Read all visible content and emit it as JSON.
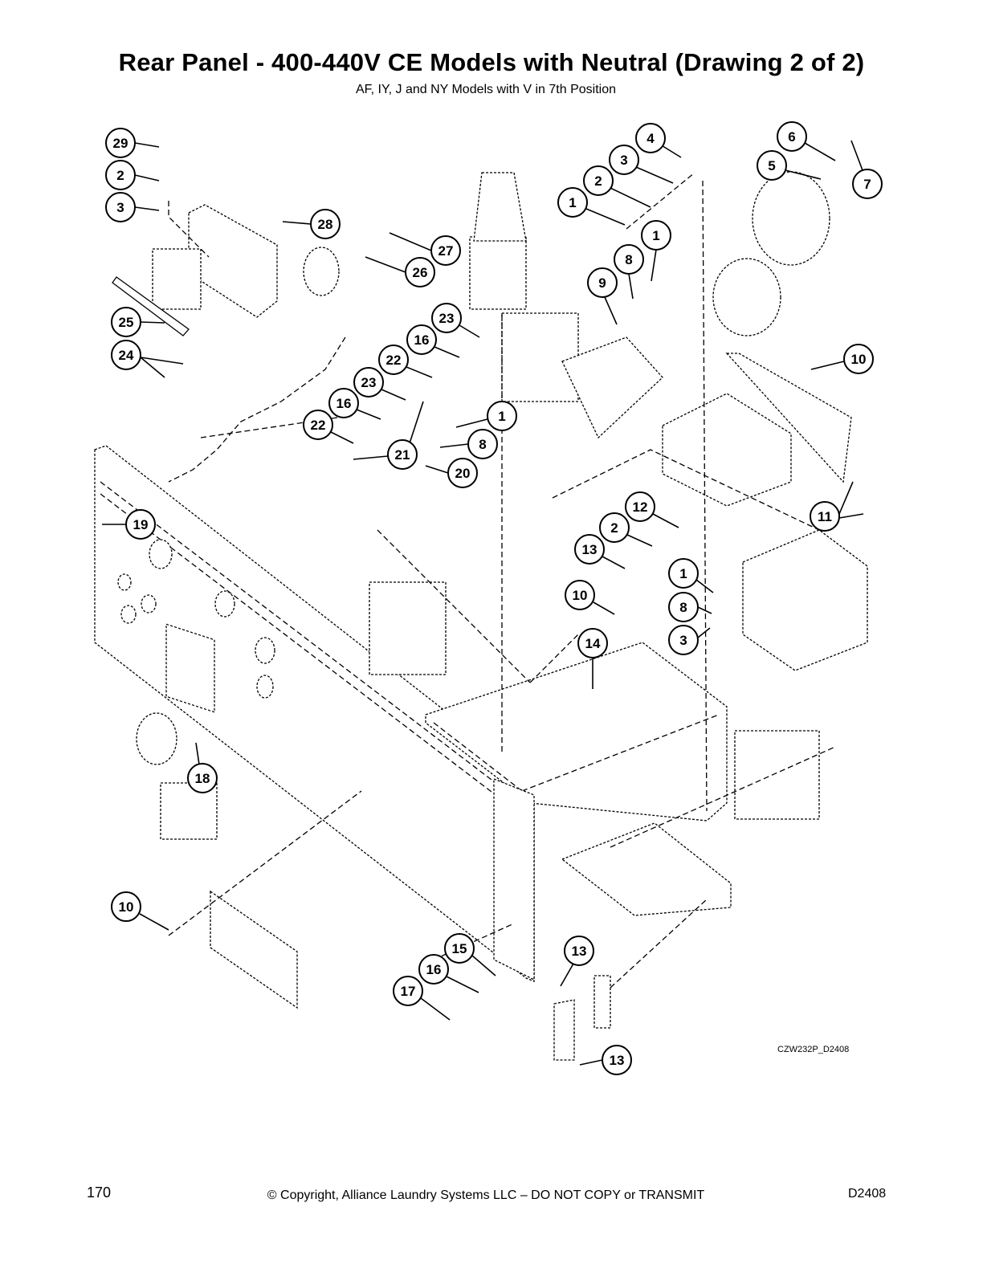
{
  "page": {
    "title": "Rear Panel - 400-440V CE Models with Neutral (Drawing 2 of 2)",
    "subtitle": "AF, IY, J and NY Models with V in 7th Position",
    "drawing_code": "CZW232P_D2408",
    "page_number": "170",
    "copyright": "© Copyright, Alliance Laundry Systems LLC – DO NOT COPY or TRANSMIT",
    "doc_code": "D2408"
  },
  "callouts": [
    {
      "id": "c29",
      "label": "29"
    },
    {
      "id": "c2a",
      "label": "2"
    },
    {
      "id": "c3a",
      "label": "3"
    },
    {
      "id": "c28",
      "label": "28"
    },
    {
      "id": "c27",
      "label": "27"
    },
    {
      "id": "c26",
      "label": "26"
    },
    {
      "id": "c25",
      "label": "25"
    },
    {
      "id": "c24",
      "label": "24"
    },
    {
      "id": "c4",
      "label": "4"
    },
    {
      "id": "c3b",
      "label": "3"
    },
    {
      "id": "c2b",
      "label": "2"
    },
    {
      "id": "c1a",
      "label": "1"
    },
    {
      "id": "c1b",
      "label": "1"
    },
    {
      "id": "c8a",
      "label": "8"
    },
    {
      "id": "c9",
      "label": "9"
    },
    {
      "id": "c6",
      "label": "6"
    },
    {
      "id": "c5",
      "label": "5"
    },
    {
      "id": "c7",
      "label": "7"
    },
    {
      "id": "c23a",
      "label": "23"
    },
    {
      "id": "c16a",
      "label": "16"
    },
    {
      "id": "c22a",
      "label": "22"
    },
    {
      "id": "c23b",
      "label": "23"
    },
    {
      "id": "c16b",
      "label": "16"
    },
    {
      "id": "c22b",
      "label": "22"
    },
    {
      "id": "c1c",
      "label": "1"
    },
    {
      "id": "c8b",
      "label": "8"
    },
    {
      "id": "c21",
      "label": "21"
    },
    {
      "id": "c20",
      "label": "20"
    },
    {
      "id": "c10a",
      "label": "10"
    },
    {
      "id": "c19",
      "label": "19"
    },
    {
      "id": "c11",
      "label": "11"
    },
    {
      "id": "c12",
      "label": "12"
    },
    {
      "id": "c2c",
      "label": "2"
    },
    {
      "id": "c13a",
      "label": "13"
    },
    {
      "id": "c1d",
      "label": "1"
    },
    {
      "id": "c10b",
      "label": "10"
    },
    {
      "id": "c8c",
      "label": "8"
    },
    {
      "id": "c3c",
      "label": "3"
    },
    {
      "id": "c14",
      "label": "14"
    },
    {
      "id": "c18",
      "label": "18"
    },
    {
      "id": "c10c",
      "label": "10"
    },
    {
      "id": "c15",
      "label": "15"
    },
    {
      "id": "c16c",
      "label": "16"
    },
    {
      "id": "c17",
      "label": "17"
    },
    {
      "id": "c13b",
      "label": "13"
    },
    {
      "id": "c13c",
      "label": "13"
    }
  ]
}
